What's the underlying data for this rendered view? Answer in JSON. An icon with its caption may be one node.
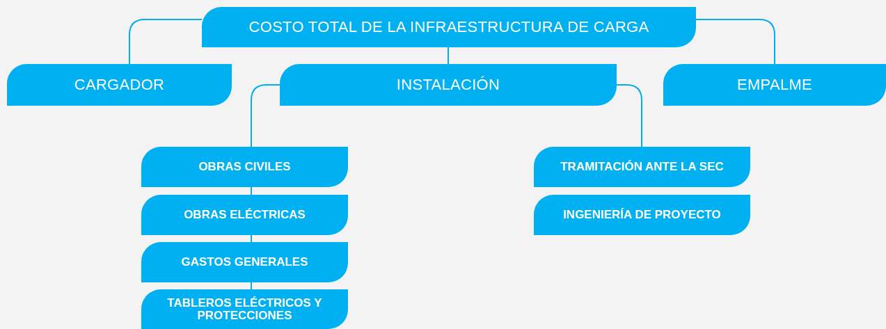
{
  "diagram": {
    "nodes": [
      {
        "text": [
          "COSTO TOTAL DE LA INFRAESTRUCTURA DE CARGA"
        ]
      },
      {
        "text": [
          "CARGADOR"
        ]
      },
      {
        "text": [
          "INSTALACIÓN"
        ]
      },
      {
        "text": [
          "EMPALME"
        ]
      },
      {
        "text": [
          "OBRAS CIVILES"
        ]
      },
      {
        "text": [
          "OBRAS ELÉCTRICAS"
        ]
      },
      {
        "text": [
          "GASTOS GENERALES"
        ]
      },
      {
        "text": [
          "TABLEROS ELÉCTRICOS Y PROTECCIONES"
        ]
      },
      {
        "text": [
          "TRAMITACIÓN ANTE LA SEC"
        ]
      },
      {
        "text": [
          "INGENIERÍA DE PROYECTO"
        ]
      }
    ],
    "edges": [
      {
        "from": 0,
        "to": 1,
        "arrow": "none"
      },
      {
        "from": 0,
        "to": 2,
        "arrow": "none"
      },
      {
        "from": 0,
        "to": 3,
        "arrow": "none"
      },
      {
        "from": 2,
        "to": 4,
        "arrow": "none"
      },
      {
        "from": 4,
        "to": 5,
        "arrow": "none"
      },
      {
        "from": 5,
        "to": 6,
        "arrow": "none"
      },
      {
        "from": 6,
        "to": 7,
        "arrow": "none"
      },
      {
        "from": 2,
        "to": 8,
        "arrow": "none"
      }
    ]
  }
}
